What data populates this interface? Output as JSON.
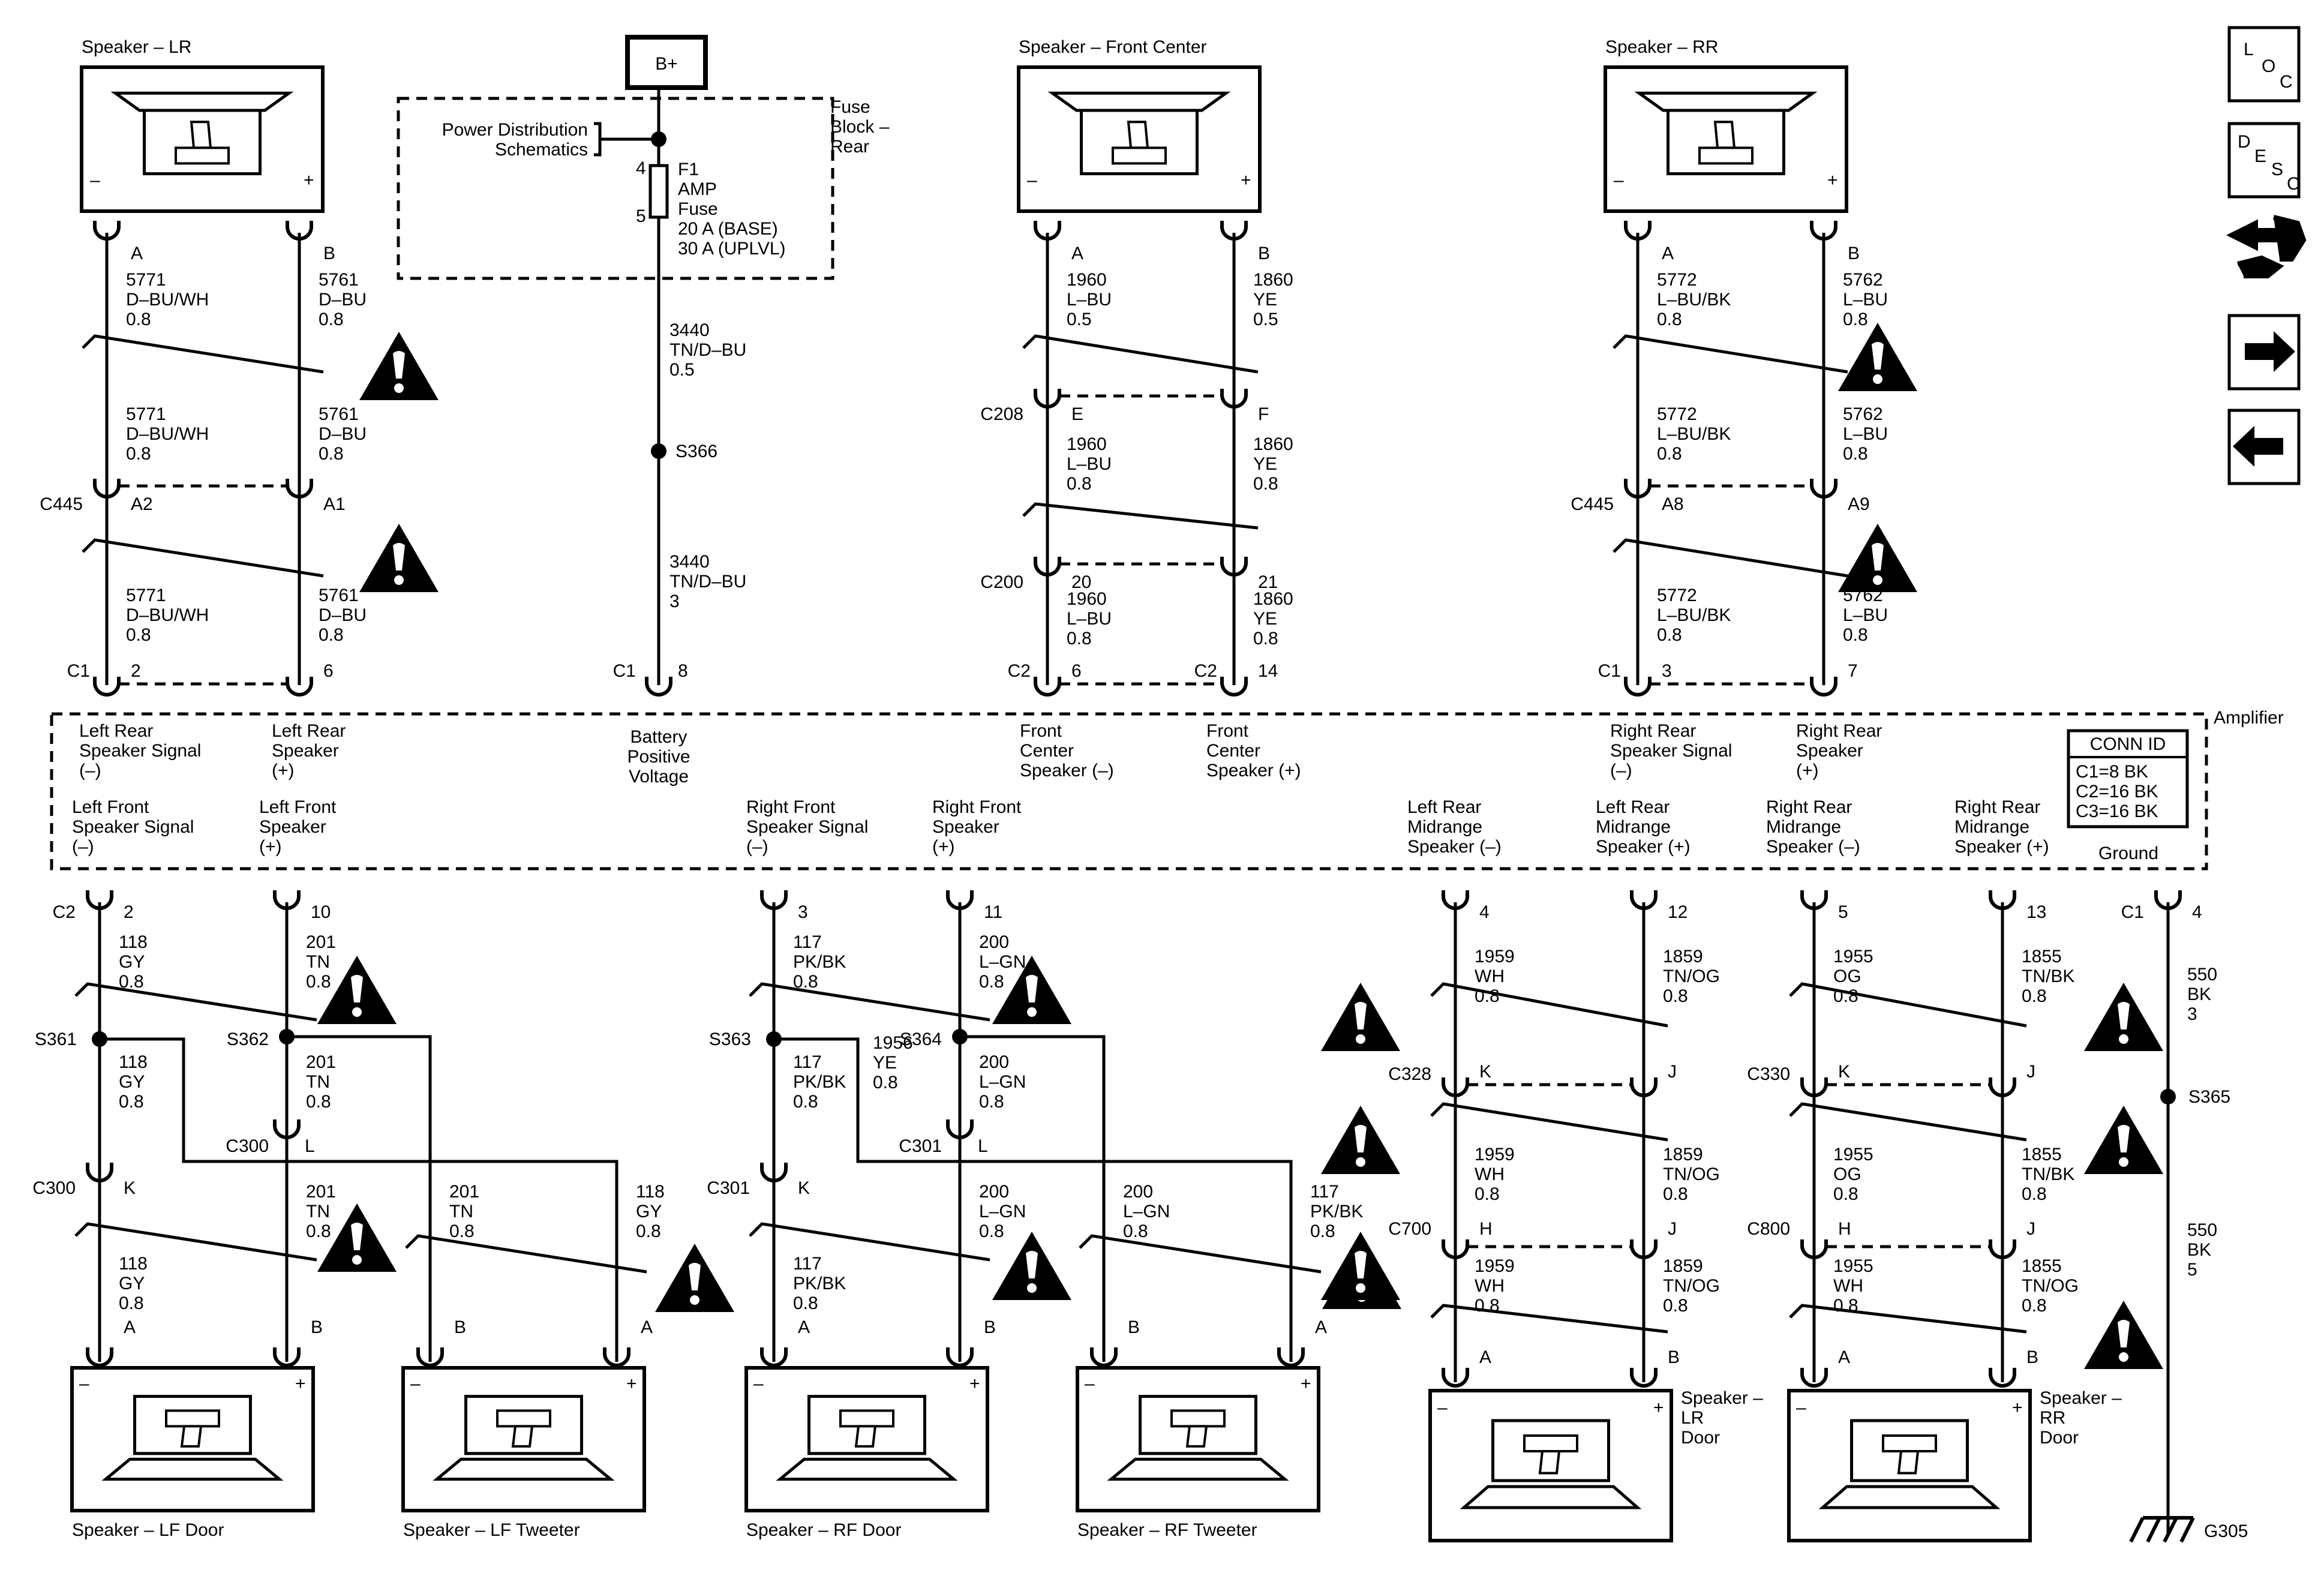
{
  "nav_icons": {
    "loc": [
      "L",
      "O",
      "C"
    ],
    "desc": [
      "D",
      "E",
      "S",
      "C"
    ]
  },
  "fuse": {
    "bplus": "B+",
    "block_label": [
      "Fuse",
      "Block –",
      "Rear"
    ],
    "pds": [
      "Power Distribution",
      "Schematics"
    ],
    "pin_in": "4",
    "pin_out": "5",
    "desc": [
      "F1",
      "AMP",
      "Fuse",
      "20 A (BASE)",
      "30 A (UPLVL)"
    ],
    "wire1": [
      "3440",
      "TN/D–BU",
      "0.5"
    ],
    "splice": "S366",
    "wire2": [
      "3440",
      "TN/D–BU",
      "3"
    ],
    "conn": "C1",
    "pin": "8",
    "amp_label": [
      "Battery",
      "Positive",
      "Voltage"
    ]
  },
  "top_speakers": [
    {
      "id": "lr",
      "title": "Speaker – LR",
      "pins": [
        "A",
        "B"
      ],
      "w1": [
        [
          "5771",
          "D–BU/WH",
          "0.8"
        ],
        [
          "5761",
          "D–BU",
          "0.8"
        ]
      ],
      "mid_conn": null,
      "mid_pins": [
        "",
        ""
      ],
      "w2": [
        [
          "5771",
          "D–BU/WH",
          "0.8"
        ],
        [
          "5761",
          "D–BU",
          "0.8"
        ]
      ],
      "conn2": "C445",
      "conn2_pins": [
        "A2",
        "A1"
      ],
      "w3": [
        [
          "5771",
          "D–BU/WH",
          "0.8"
        ],
        [
          "5761",
          "D–BU",
          "0.8"
        ]
      ],
      "amp_conn": [
        "C1",
        ""
      ],
      "amp_pins": [
        "2",
        "6"
      ],
      "amp_labels": [
        [
          "Left Rear",
          "Speaker Signal",
          "(–)"
        ],
        [
          "Left Rear",
          "Speaker",
          "(+)"
        ]
      ]
    },
    {
      "id": "fc",
      "title": "Speaker – Front Center",
      "pins": [
        "A",
        "B"
      ],
      "w1": [
        [
          "1960",
          "L–BU",
          "0.5"
        ],
        [
          "1860",
          "YE",
          "0.5"
        ]
      ],
      "mid_conn": "C208",
      "mid_pins": [
        "E",
        "F"
      ],
      "w2": [
        [
          "1960",
          "L–BU",
          "0.8"
        ],
        [
          "1860",
          "YE",
          "0.8"
        ]
      ],
      "conn2": "C200",
      "conn2_pins": [
        "20",
        "21"
      ],
      "w3": [
        [
          "1960",
          "L–BU",
          "0.8"
        ],
        [
          "1860",
          "YE",
          "0.8"
        ]
      ],
      "amp_conn": [
        "C2",
        "C2"
      ],
      "amp_pins": [
        "6",
        "14"
      ],
      "amp_labels": [
        [
          "Front",
          "Center",
          "Speaker (–)"
        ],
        [
          "Front",
          "Center",
          "Speaker (+)"
        ]
      ]
    },
    {
      "id": "rr",
      "title": "Speaker – RR",
      "pins": [
        "A",
        "B"
      ],
      "w1": [
        [
          "5772",
          "L–BU/BK",
          "0.8"
        ],
        [
          "5762",
          "L–BU",
          "0.8"
        ]
      ],
      "mid_conn": null,
      "mid_pins": [
        "",
        ""
      ],
      "w2": [
        [
          "5772",
          "L–BU/BK",
          "0.8"
        ],
        [
          "5762",
          "L–BU",
          "0.8"
        ]
      ],
      "conn2": "C445",
      "conn2_pins": [
        "A8",
        "A9"
      ],
      "w3": [
        [
          "5772",
          "L–BU/BK",
          "0.8"
        ],
        [
          "5762",
          "L–BU",
          "0.8"
        ]
      ],
      "amp_conn": [
        "C1",
        ""
      ],
      "amp_pins": [
        "3",
        "7"
      ],
      "amp_labels": [
        [
          "Right Rear",
          "Speaker Signal",
          "(–)"
        ],
        [
          "Right Rear",
          "Speaker",
          "(+)"
        ]
      ]
    }
  ],
  "amplifier": {
    "label": "Amplifier",
    "conn_id_title": "CONN ID",
    "conn_ids": [
      "C1=8 BK",
      "C2=16 BK",
      "C3=16 BK"
    ],
    "ground_label": "Ground"
  },
  "front_groups": [
    {
      "id": "lf",
      "amp_labels": [
        [
          "Left Front",
          "Speaker Signal",
          "(–)"
        ],
        [
          "Left Front",
          "Speaker",
          "(+)"
        ]
      ],
      "amp_conn": "C2",
      "amp_pins": [
        "2",
        "10"
      ],
      "w_top": [
        [
          "118",
          "GY",
          "0.8"
        ],
        [
          "201",
          "TN",
          "0.8"
        ]
      ],
      "splices": [
        "S361",
        "S362"
      ],
      "w_inline": [
        "201",
        "TN",
        "0.8"
      ],
      "c_right": "C300",
      "c_right_pin": "L",
      "c_left": "C300",
      "c_left_pin": "K",
      "w_door": [
        [
          "118",
          "GY",
          "0.8"
        ],
        [
          "201",
          "TN",
          "0.8"
        ]
      ],
      "w_tw": [
        [
          "201",
          "TN",
          "0.8"
        ],
        [
          "118",
          "GY",
          "0.8"
        ]
      ],
      "w_door_bot": [
        "118",
        "GY",
        "0.8"
      ],
      "door_pins": [
        "A",
        "B"
      ],
      "tw_pins": [
        "B",
        "A"
      ],
      "door_title": "Speaker – LF Door",
      "tw_title": "Speaker – LF Tweeter"
    },
    {
      "id": "rf",
      "amp_labels": [
        [
          "Right Front",
          "Speaker Signal",
          "(–)"
        ],
        [
          "Right Front",
          "Speaker",
          "(+)"
        ]
      ],
      "amp_conn": "",
      "amp_pins": [
        "3",
        "11"
      ],
      "w_top": [
        [
          "117",
          "PK/BK",
          "0.8"
        ],
        [
          "200",
          "L–GN",
          "0.8"
        ]
      ],
      "splices": [
        "S363",
        "S364"
      ],
      "w_inline": [
        "200",
        "L–GN",
        "0.8"
      ],
      "c_right": "C301",
      "c_right_pin": "L",
      "c_left": "C301",
      "c_left_pin": "K",
      "w_door": [
        [
          "117",
          "PK/BK",
          "0.8"
        ],
        [
          "200",
          "L–GN",
          "0.8"
        ]
      ],
      "w_tw": [
        [
          "200",
          "L–GN",
          "0.8"
        ],
        [
          "117",
          "PK/BK",
          "0.8"
        ]
      ],
      "w_door_bot": [
        "117",
        "PK/BK",
        "0.8"
      ],
      "w_extra": [
        "1956",
        "YE",
        "0.8"
      ],
      "door_pins": [
        "A",
        "B"
      ],
      "tw_pins": [
        "B",
        "A"
      ],
      "door_title": "Speaker – RF Door",
      "tw_title": "Speaker – RF Tweeter"
    }
  ],
  "mid_groups": [
    {
      "id": "lrm",
      "amp_labels": [
        [
          "Left Rear",
          "Midrange",
          "Speaker (–)"
        ],
        [
          "Left Rear",
          "Midrange",
          "Speaker (+)"
        ]
      ],
      "amp_pins": [
        "4",
        "12"
      ],
      "w1": [
        [
          "1959",
          "WH",
          "0.8"
        ],
        [
          "1859",
          "TN/OG",
          "0.8"
        ]
      ],
      "c1": "C328",
      "c1_pins": [
        "K",
        "J"
      ],
      "w2": [
        [
          "1959",
          "WH",
          "0.8"
        ],
        [
          "1859",
          "TN/OG",
          "0.8"
        ]
      ],
      "c2": "C700",
      "c2_pins": [
        "H",
        "J"
      ],
      "w3": [
        [
          "1959",
          "WH",
          "0.8"
        ],
        [
          "1859",
          "TN/OG",
          "0.8"
        ]
      ],
      "pins": [
        "A",
        "B"
      ],
      "title": [
        "Speaker –",
        "LR",
        "Door"
      ]
    },
    {
      "id": "rrm",
      "amp_labels": [
        [
          "Right Rear",
          "Midrange",
          "Speaker (–)"
        ],
        [
          "Right Rear",
          "Midrange",
          "Speaker (+)"
        ]
      ],
      "amp_pins": [
        "5",
        "13"
      ],
      "w1": [
        [
          "1955",
          "OG",
          "0.8"
        ],
        [
          "1855",
          "TN/BK",
          "0.8"
        ]
      ],
      "c1": "C330",
      "c1_pins": [
        "K",
        "J"
      ],
      "w2": [
        [
          "1955",
          "OG",
          "0.8"
        ],
        [
          "1855",
          "TN/BK",
          "0.8"
        ]
      ],
      "c2": "C800",
      "c2_pins": [
        "H",
        "J"
      ],
      "w3": [
        [
          "1955",
          "WH",
          "0.8"
        ],
        [
          "1855",
          "TN/OG",
          "0.8"
        ]
      ],
      "pins": [
        "A",
        "B"
      ],
      "title": [
        "Speaker –",
        "RR",
        "Door"
      ]
    }
  ],
  "ground": {
    "conn": "C1",
    "pin": "4",
    "w1": [
      "550",
      "BK",
      "3"
    ],
    "splice": "S365",
    "w2": [
      "550",
      "BK",
      "5"
    ],
    "gnd": "G305"
  }
}
